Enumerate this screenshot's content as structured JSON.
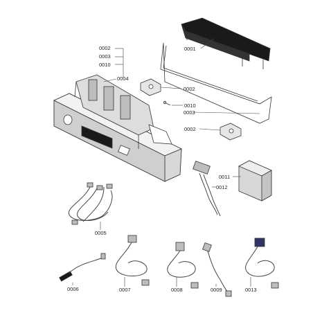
{
  "callouts": {
    "c0001": "0001",
    "c0002_top": "0002",
    "c0003_top": "0003",
    "c0010_top": "0010",
    "c0004": "0004",
    "c0002_mid": "0002",
    "c0010_mid": "0010",
    "c0003_mid": "0003",
    "c0002_low": "0002",
    "c0011": "0011",
    "c0012": "0012",
    "c0005": "0005",
    "c0006": "0006",
    "c0007": "0007",
    "c0008": "0008",
    "c0009": "0009",
    "c0013": "0013"
  },
  "colors": {
    "line": "#333333",
    "fill_light": "#e6e6e6",
    "fill_dark": "#1a1a1a",
    "fill_mid": "#bdbdbd"
  }
}
